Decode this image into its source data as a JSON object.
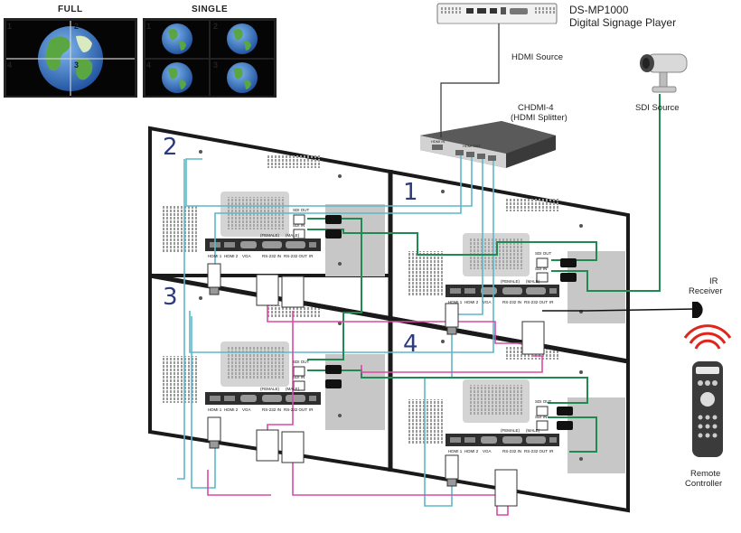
{
  "modes": {
    "full": {
      "title": "FULL",
      "tiles": [
        "1",
        "2",
        "4",
        "3"
      ]
    },
    "single": {
      "title": "SINGLE",
      "tiles": [
        "1",
        "2",
        "4",
        "3"
      ]
    }
  },
  "player": {
    "model": "DS-MP1000",
    "name": "Digital Signage Player"
  },
  "hdmi_source": "HDMI Source",
  "splitter": {
    "model": "CHDMI-4",
    "name": "(HDMI Splitter)"
  },
  "sdi_source": "SDI Source",
  "ir_receiver": {
    "line1": "IR",
    "line2": "Receiver"
  },
  "remote": {
    "line1": "Remote",
    "line2": "Controller"
  },
  "panels": [
    {
      "number": "2",
      "ports": {
        "sdi_out": "SDI OUT",
        "sdi_in": "SDI IN",
        "hdmi1": "HDMI 1",
        "hdmi2": "HDMI 2",
        "vga": "VGA",
        "female": "(FEMALE)",
        "male": "(MALE)",
        "rs232_in": "RS-232 IN",
        "rs232_out": "RS-232 OUT",
        "ir": "IR"
      }
    },
    {
      "number": "1",
      "ports": {
        "sdi_out": "SDI OUT",
        "sdi_in": "SDI IN",
        "hdmi1": "HDMI 1",
        "hdmi2": "HDMI 2",
        "vga": "VGA",
        "female": "(FEMALE)",
        "male": "(MALE)",
        "rs232_in": "RS-232 IN",
        "rs232_out": "RS-232 OUT",
        "ir": "IR"
      }
    },
    {
      "number": "3",
      "ports": {
        "sdi_out": "SDI OUT",
        "sdi_in": "SDI IN",
        "hdmi1": "HDMI 1",
        "hdmi2": "HDMI 2",
        "vga": "VGA",
        "female": "(FEMALE)",
        "male": "(MALE)",
        "rs232_in": "RS-232 IN",
        "rs232_out": "RS-232 OUT",
        "ir": "IR"
      }
    },
    {
      "number": "4",
      "ports": {
        "sdi_out": "SDI OUT",
        "sdi_in": "SDI IN",
        "hdmi1": "HDMI 1",
        "hdmi2": "HDMI 2",
        "vga": "VGA",
        "female": "(FEMALE)",
        "male": "(MALE)",
        "rs232_in": "RS-232 IN",
        "rs232_out": "RS-232 OUT",
        "ir": "IR"
      }
    }
  ],
  "splitter_ports": {
    "in": "HDMI IN",
    "out": "HDMI OUT"
  },
  "colors": {
    "hdmi_cable": "#5fb7c9",
    "sdi_cable": "#1f8a52",
    "rs232_cable": "#d94aa6",
    "panel_frame": "#1a1a1a",
    "number": "#2d3a7c",
    "globe_ocean": "#2f74c9",
    "globe_land": "#4fa642",
    "remote_waves": "#e0251c"
  }
}
